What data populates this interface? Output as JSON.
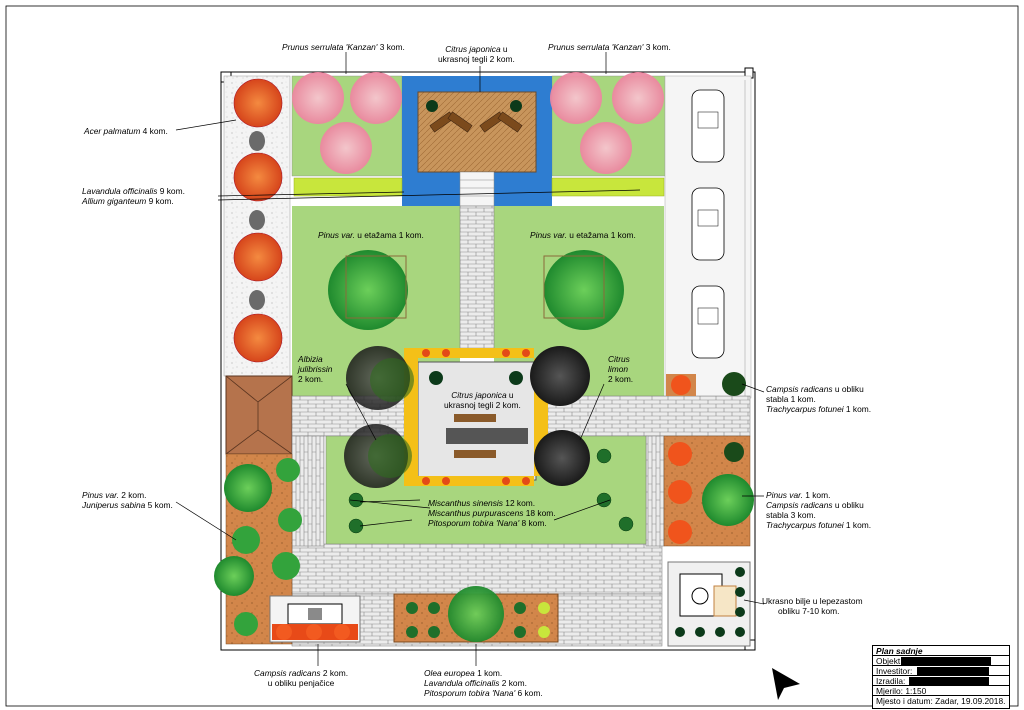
{
  "labels": {
    "prunus_left": {
      "name": "Prunus serrulata 'Kanzan'",
      "rest": " 3 kom."
    },
    "prunus_right": {
      "name": "Prunus serrulata 'Kanzan'",
      "rest": " 3 kom."
    },
    "citrus_top_1": {
      "name": "Citrus japonica",
      "rest": " u"
    },
    "citrus_top_2": "ukrasnoj tegli 2 kom.",
    "acer": {
      "name": "Acer palmatum",
      "rest": " 4 kom."
    },
    "lavandula_top": {
      "name": "Lavandula officinalis",
      "rest": " 9 kom."
    },
    "allium": {
      "name": "Allium giganteum",
      "rest": " 9 kom."
    },
    "pinus_left": {
      "name": "Pinus var.",
      "rest": " u etažama 1 kom."
    },
    "pinus_right": {
      "name": "Pinus var.",
      "rest": " u etažama 1 kom."
    },
    "albizia_1": "Albizia",
    "albizia_2": "julibrissin",
    "albizia_3": "2 kom.",
    "citrus_limon_1": "Citrus",
    "citrus_limon_2": "limon",
    "citrus_limon_3": "2 kom.",
    "citrus_mid_1": {
      "name": "Citrus japonica",
      "rest": " u"
    },
    "citrus_mid_2": "ukrasnoj tegli 2 kom.",
    "campsis_top_1": {
      "name": "Campsis radicans",
      "rest": " u obliku"
    },
    "campsis_top_2": "stabla 1 kom.",
    "trachy_top": {
      "name": "Trachycarpus fotunei",
      "rest": " 1 kom."
    },
    "pinus_juni_1": {
      "name": "Pinus var.",
      "rest": " 2 kom."
    },
    "pinus_juni_2": {
      "name": "Juniperus sabina",
      "rest": " 5 kom."
    },
    "misc_1": {
      "name": "Miscanthus sinensis",
      "rest": " 12 kom."
    },
    "misc_2": {
      "name": "Miscanthus purpurascens",
      "rest": " 18 kom."
    },
    "pito_mid": {
      "name": "Pitosporum tobira 'Nana'",
      "rest": " 8 kom."
    },
    "pinus_r_1": {
      "name": "Pinus var.",
      "rest": " 1 kom."
    },
    "campsis_r_1": {
      "name": "Campsis radicans",
      "rest": " u obliku"
    },
    "campsis_r_2": "stabla 3 kom.",
    "trachy_r": {
      "name": "Trachycarpus fotunei",
      "rest": " 1 kom."
    },
    "ukrasno_1": "Ukrasno bilje u lepezastom",
    "ukrasno_2": "obliku 7-10 kom.",
    "campsis_bl_1": {
      "name": "Campsis radicans",
      "rest": " 2 kom."
    },
    "campsis_bl_2": "u obliku penjačice",
    "olea": {
      "name": "Olea europea",
      "rest": " 1 kom."
    },
    "lavandula_bot": {
      "name": "Lavandula officinalis",
      "rest": " 2 kom."
    },
    "pito_bot": {
      "name": "Pitosporum tobira 'Nana'",
      "rest": " 6 kom."
    }
  },
  "north_label": "N",
  "title_block": {
    "title": "Plan sadnje",
    "objekt": "Objekt:",
    "investitor": "Investitor:",
    "izradila": "Izradila:",
    "mjerilo": "Mjerilo: 1:150",
    "mjesto": "Mjesto i datum: Zadar, 19.09.2018."
  },
  "colors": {
    "lawn": "#a8d67e",
    "lawn_dark": "#5fb83a",
    "water": "#2e7dd1",
    "deck": "#c8955c",
    "soil": "#d2864a",
    "gravel": "#f2f2f2",
    "paving": "#e6e6e6",
    "roof": "#b5734c"
  }
}
